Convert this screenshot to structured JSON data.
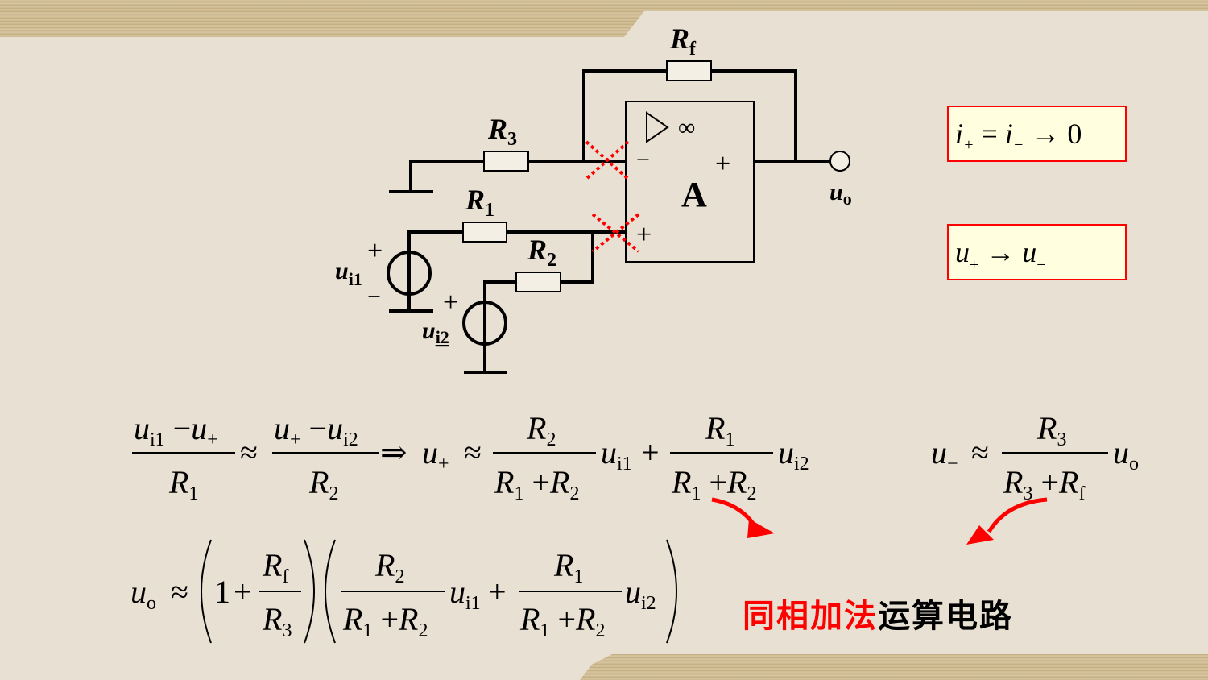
{
  "circuit": {
    "rf_label": "R",
    "rf_sub": "f",
    "r3_label": "R",
    "r3_sub": "3",
    "r1_label": "R",
    "r1_sub": "1",
    "r2_label": "R",
    "r2_sub": "2",
    "opamp_label": "A",
    "opamp_inf": "▷ ∞",
    "minus_sign": "−",
    "plus_sign_in": "+",
    "plus_sign_out": "+",
    "uo_label": "u",
    "uo_sub": "o",
    "ui1_label": "u",
    "ui1_sub": "i1",
    "ui2_label": "u",
    "ui2_sub": "i2",
    "src1_plus": "+",
    "src1_minus": "−",
    "src2_plus": "+"
  },
  "boxes": {
    "current_rule": "i₊ = i₋ → 0",
    "voltage_rule": "u₊ → u₋"
  },
  "equations": {
    "eq1": "(u_i1 − u₊)/R₁ ≈ (u₊ − u_i2)/R₂ ⇒ u₊ ≈ R₂/(R₁+R₂)·u_i1 + R₁/(R₁+R₂)·u_i2",
    "eq2": "u₋ ≈ R₃/(R₃+R_f)·u_o",
    "eq3": "u_o ≈ (1 + R_f/R₃)(R₂/(R₁+R₂)·u_i1 + R₁/(R₁+R₂)·u_i2)"
  },
  "title": {
    "red_part": "同相加法",
    "black_part": "运算电路"
  },
  "colors": {
    "background": "#e8e0d2",
    "accent_red": "#ff0000",
    "box_fill": "#ffffe0"
  }
}
